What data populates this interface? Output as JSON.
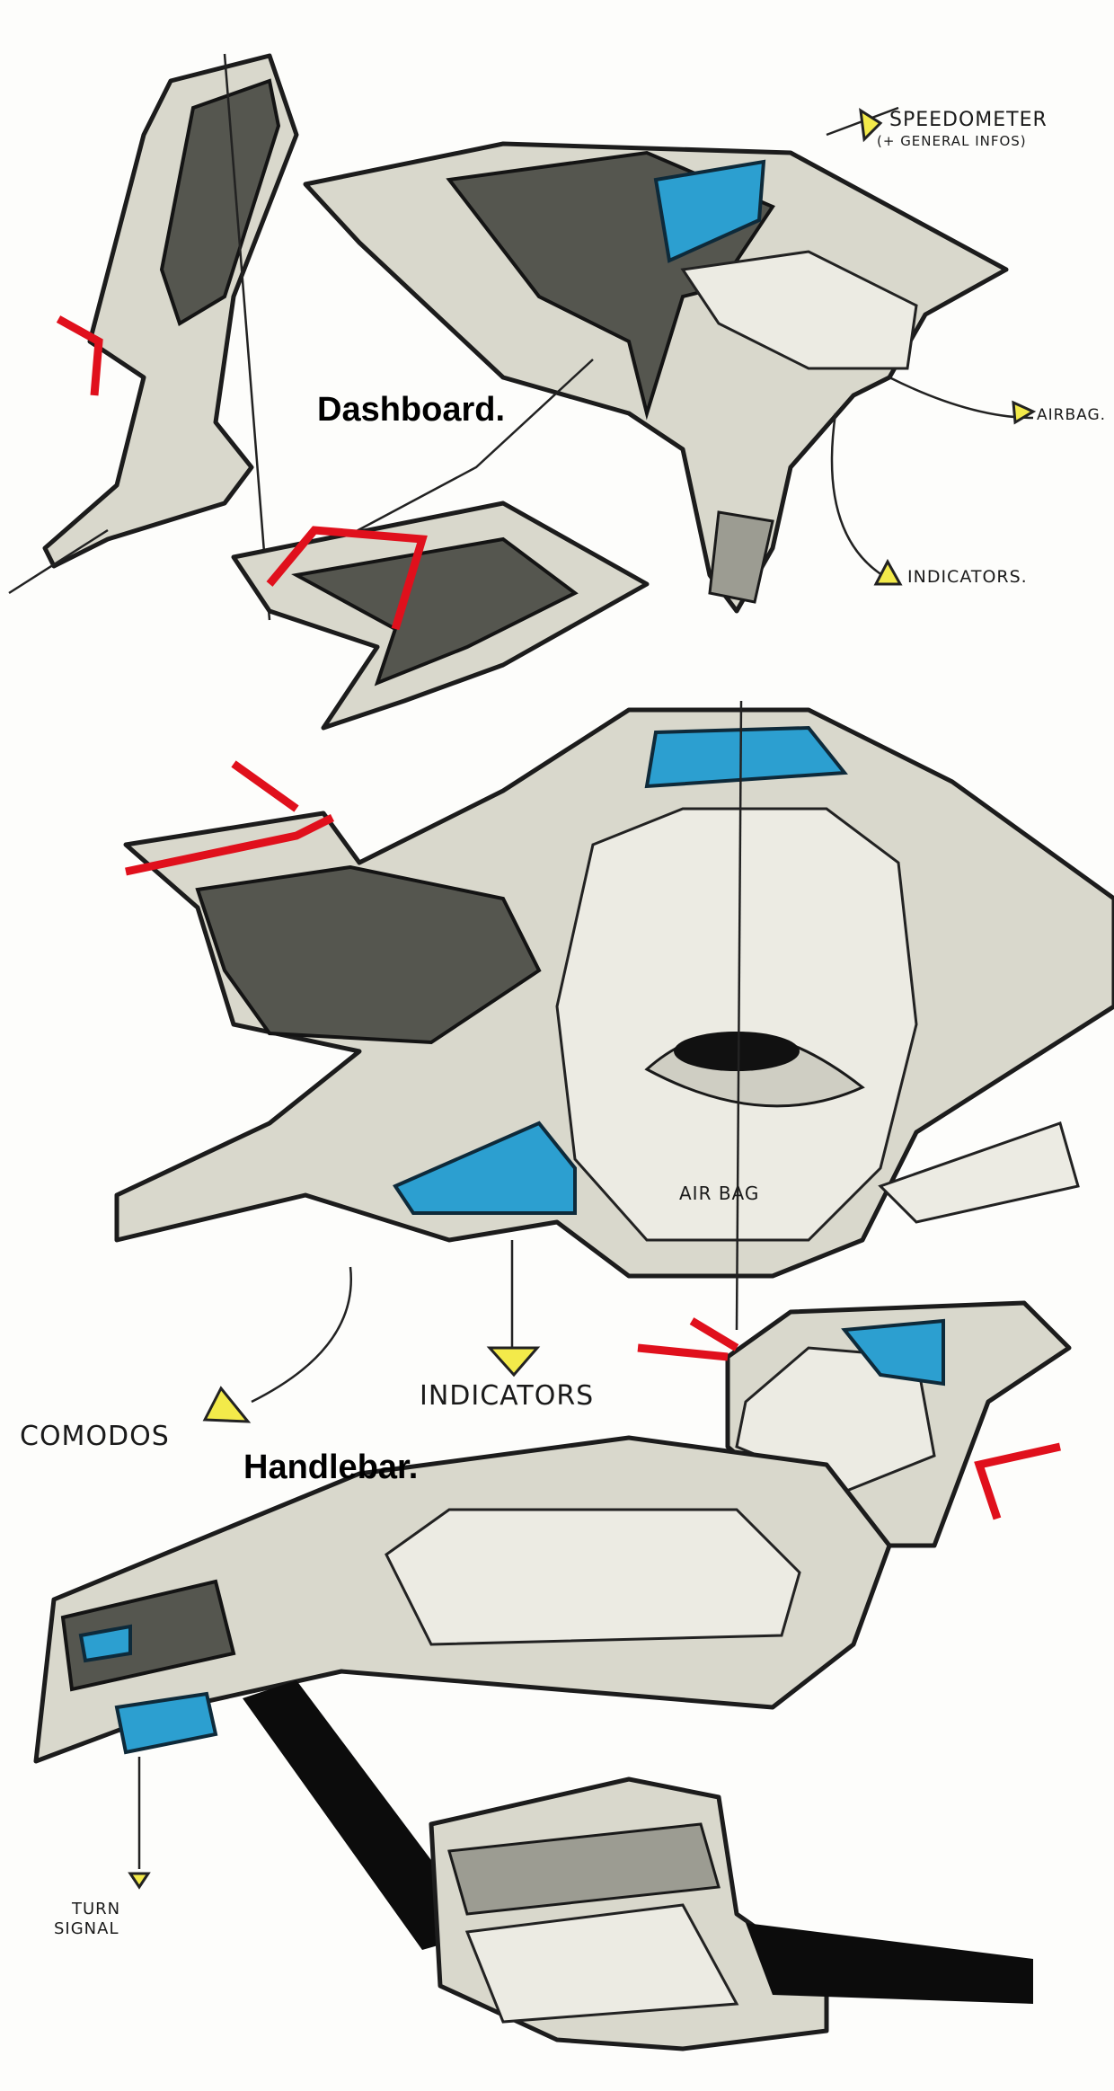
{
  "titles": {
    "dashboard": "Dashboard.",
    "handlebar": "Handlebar."
  },
  "annotations": {
    "speedometer_line1": "SPEEDOMETER",
    "speedometer_line2": "(+ GENERAL INFOS)",
    "airbag": "AIRBAG.",
    "indicators_top": "INDICATORS.",
    "airbag_emboss": "AIR BAG",
    "comodos": "COMODOS",
    "indicators_bottom": "INDICATORS",
    "turn_signal_line1": "TURN",
    "turn_signal_line2": "SIGNAL"
  },
  "colors": {
    "marker_grey": "#d9d8cc",
    "accent_red": "#e0101c",
    "screen_blue": "#2c9fd0",
    "callout_yellow": "#f3ea4a"
  }
}
